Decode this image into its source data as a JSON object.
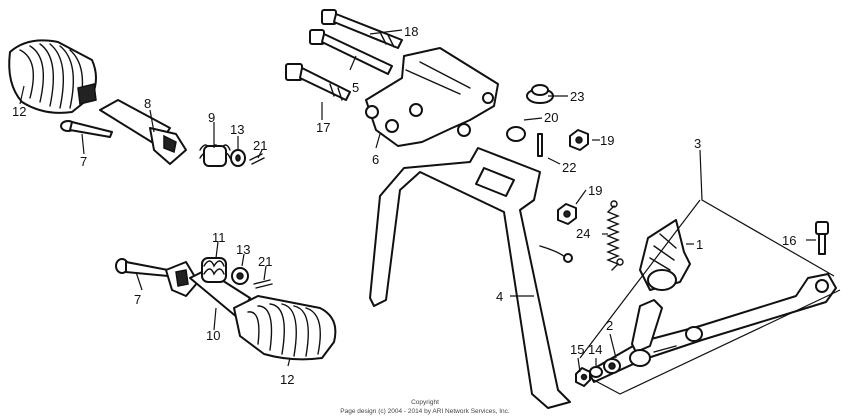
{
  "callouts": [
    "1",
    "2",
    "3",
    "4",
    "5",
    "6",
    "7",
    "7",
    "8",
    "9",
    "10",
    "11",
    "12",
    "12",
    "13",
    "13",
    "14",
    "15",
    "16",
    "17",
    "18",
    "19",
    "19",
    "20",
    "21",
    "21",
    "22",
    "23",
    "24"
  ],
  "footer": {
    "line1": "Copyright",
    "line2": "Page design (c) 2004 - 2014 by ARI Network Services, Inc."
  }
}
